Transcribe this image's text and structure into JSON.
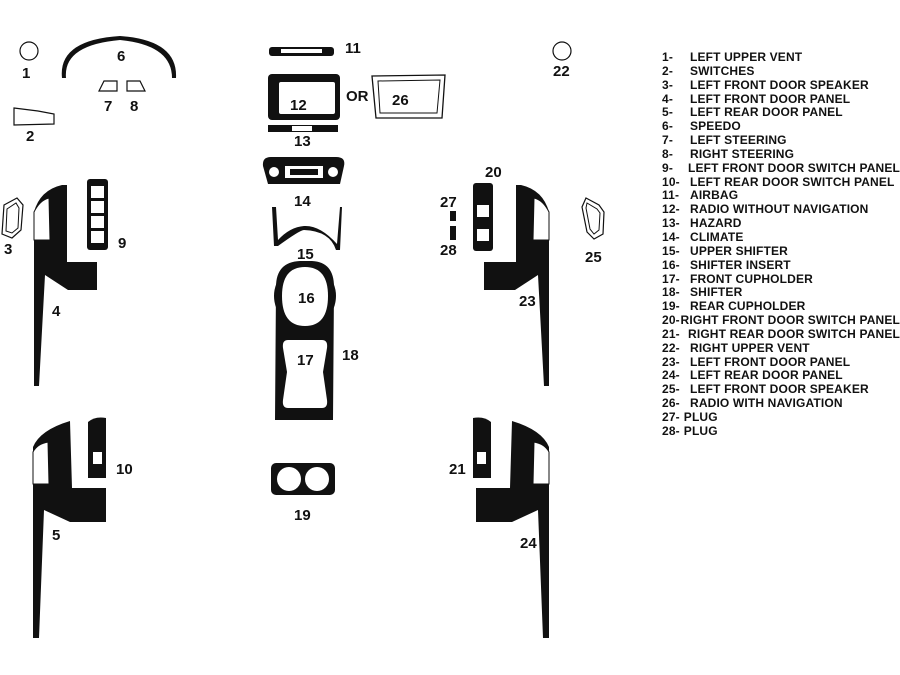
{
  "part_numbers": {
    "p1": "1",
    "p2": "2",
    "p3": "3",
    "p4": "4",
    "p5": "5",
    "p6": "6",
    "p7": "7",
    "p8": "8",
    "p9": "9",
    "p10": "10",
    "p11": "11",
    "p12": "12",
    "p13": "13",
    "p14": "14",
    "p15": "15",
    "p16": "16",
    "p17": "17",
    "p18": "18",
    "p19": "19",
    "p20": "20",
    "p21": "21",
    "p22": "22",
    "p23": "23",
    "p24": "24",
    "p25": "25",
    "p26": "26",
    "p27": "27",
    "p28": "28"
  },
  "or_label": "OR",
  "legend": [
    {
      "num": "1-",
      "label": "LEFT UPPER VENT"
    },
    {
      "num": "2-",
      "label": "SWITCHES"
    },
    {
      "num": "3-",
      "label": "LEFT FRONT DOOR SPEAKER"
    },
    {
      "num": "4-",
      "label": "LEFT FRONT DOOR PANEL"
    },
    {
      "num": "5-",
      "label": "LEFT REAR DOOR PANEL"
    },
    {
      "num": "6-",
      "label": "SPEEDO"
    },
    {
      "num": "7-",
      "label": "LEFT STEERING"
    },
    {
      "num": "8-",
      "label": "RIGHT STEERING"
    },
    {
      "num": "9-",
      "label": "LEFT FRONT DOOR SWITCH PANEL"
    },
    {
      "num": "10-",
      "label": "LEFT REAR DOOR SWITCH PANEL"
    },
    {
      "num": "11-",
      "label": "AIRBAG"
    },
    {
      "num": "12-",
      "label": "RADIO WITHOUT NAVIGATION"
    },
    {
      "num": "13-",
      "label": "HAZARD"
    },
    {
      "num": "14-",
      "label": "CLIMATE"
    },
    {
      "num": "15-",
      "label": "UPPER SHIFTER"
    },
    {
      "num": "16-",
      "label": "SHIFTER INSERT"
    },
    {
      "num": "17-",
      "label": "FRONT CUPHOLDER"
    },
    {
      "num": "18-",
      "label": "SHIFTER"
    },
    {
      "num": "19-",
      "label": "REAR CUPHOLDER"
    },
    {
      "num": "20-",
      "label": "RIGHT FRONT DOOR SWITCH PANEL"
    },
    {
      "num": "21-",
      "label": "RIGHT REAR DOOR SWITCH PANEL"
    },
    {
      "num": "22-",
      "label": "RIGHT UPPER VENT"
    },
    {
      "num": "23-",
      "label": "LEFT FRONT DOOR PANEL"
    },
    {
      "num": "24-",
      "label": "LEFT REAR DOOR PANEL"
    },
    {
      "num": "25-",
      "label": "LEFT FRONT DOOR SPEAKER"
    },
    {
      "num": "26-",
      "label": "RADIO WITH NAVIGATION"
    },
    {
      "num": "27-",
      "label": "PLUG",
      "tight": true
    },
    {
      "num": "28-",
      "label": "PLUG",
      "tight": true
    }
  ]
}
